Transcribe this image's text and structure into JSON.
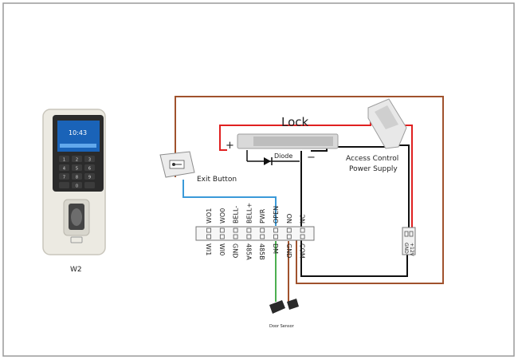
{
  "device": {
    "screen_time": "10:43",
    "model_label": "W2",
    "keypad_keys": [
      "1",
      "2",
      "3",
      "4",
      "5",
      "6",
      "7",
      "8",
      "9",
      "",
      "0",
      ""
    ]
  },
  "exit_button": {
    "label": "Exit Button"
  },
  "lock": {
    "label": "Lock",
    "plus": "+",
    "minus": "−",
    "diode": "Diode"
  },
  "power_supply": {
    "label_line1": "Access Control",
    "label_line2": "Power Supply",
    "terminal_gnd": "GND",
    "terminal_dc": "+12V"
  },
  "terminal_top": [
    "WO1",
    "WO0",
    "BELL-",
    "BELL+",
    "PWR",
    "OPEN",
    "NO",
    "NC"
  ],
  "terminal_bottom": [
    "WI1",
    "WI0",
    "GND",
    "485A",
    "485B",
    "DM",
    "GND",
    "COM"
  ],
  "door_sensor": {
    "label": "Door Sensor"
  },
  "colors": {
    "brown": "#a0522d",
    "red": "#e02020",
    "black": "#111111",
    "green": "#4caf50",
    "blue": "#3a9ad9",
    "border": "#9a9a9a"
  }
}
